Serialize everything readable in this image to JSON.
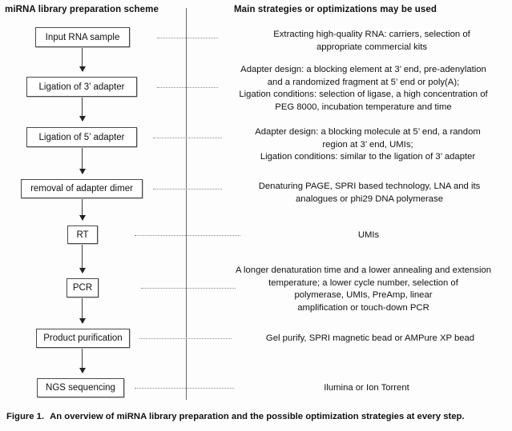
{
  "headings": {
    "left": "miRNA library preparation scheme",
    "right": "Main strategies or optimizations may be used"
  },
  "steps": [
    {
      "id": "input-rna-sample",
      "label": "Input RNA sample"
    },
    {
      "id": "ligation-3-adapter",
      "label": "Ligation of 3’ adapter"
    },
    {
      "id": "ligation-5-adapter",
      "label": "Ligation of 5’ adapter"
    },
    {
      "id": "removal-adapter-dimer",
      "label": "removal of adapter dimer"
    },
    {
      "id": "rt",
      "label": "RT"
    },
    {
      "id": "pcr",
      "label": "PCR"
    },
    {
      "id": "product-purification",
      "label": "Product purification"
    },
    {
      "id": "ngs-sequencing",
      "label": "NGS sequencing"
    }
  ],
  "notes": [
    {
      "id": "note-input-rna-sample",
      "lines": [
        "Extracting high-quality RNA: carriers, selection of",
        "appropriate commercial kits"
      ]
    },
    {
      "id": "note-ligation-3-adapter",
      "lines": [
        "Adapter design: a blocking element at 3’ end, pre-adenylation",
        "and a randomized fragment at 5’ end or poly(A);",
        "Ligation conditions: selection of ligase, a high concentration of",
        "PEG 8000, incubation temperature and time"
      ]
    },
    {
      "id": "note-ligation-5-adapter",
      "lines": [
        "Adapter design: a blocking molecule at 5’ end, a random",
        "region at 3’ end, UMIs;",
        "Ligation conditions: similar to the ligation of 3’ adapter"
      ]
    },
    {
      "id": "note-removal-adapter-dimer",
      "lines": [
        "Denaturing PAGE, SPRI based technology, LNA and its",
        "analogues or phi29 DNA polymerase"
      ]
    },
    {
      "id": "note-rt",
      "lines": [
        "UMIs"
      ]
    },
    {
      "id": "note-pcr",
      "lines": [
        "A longer denaturation time and a lower annealing and extension",
        "temperature; a lower cycle number, selection of",
        "polymerase, UMIs, PreAmp, linear",
        "amplification or touch-down PCR"
      ]
    },
    {
      "id": "note-product-purification",
      "lines": [
        "Gel purify, SPRI magnetic bead or AMPure XP bead"
      ]
    },
    {
      "id": "note-ngs-sequencing",
      "lines": [
        "Ilumina or Ion Torrent"
      ]
    }
  ],
  "caption": {
    "label": "Figure 1.",
    "text": "An overview of miRNA library preparation and the possible optimization strategies at every step."
  },
  "colors": {
    "box_border": "#4a4a4a",
    "divider": "#6e6e6e",
    "dotted": "#8a8a8a",
    "text": "#111111",
    "background": "#ffffff"
  }
}
